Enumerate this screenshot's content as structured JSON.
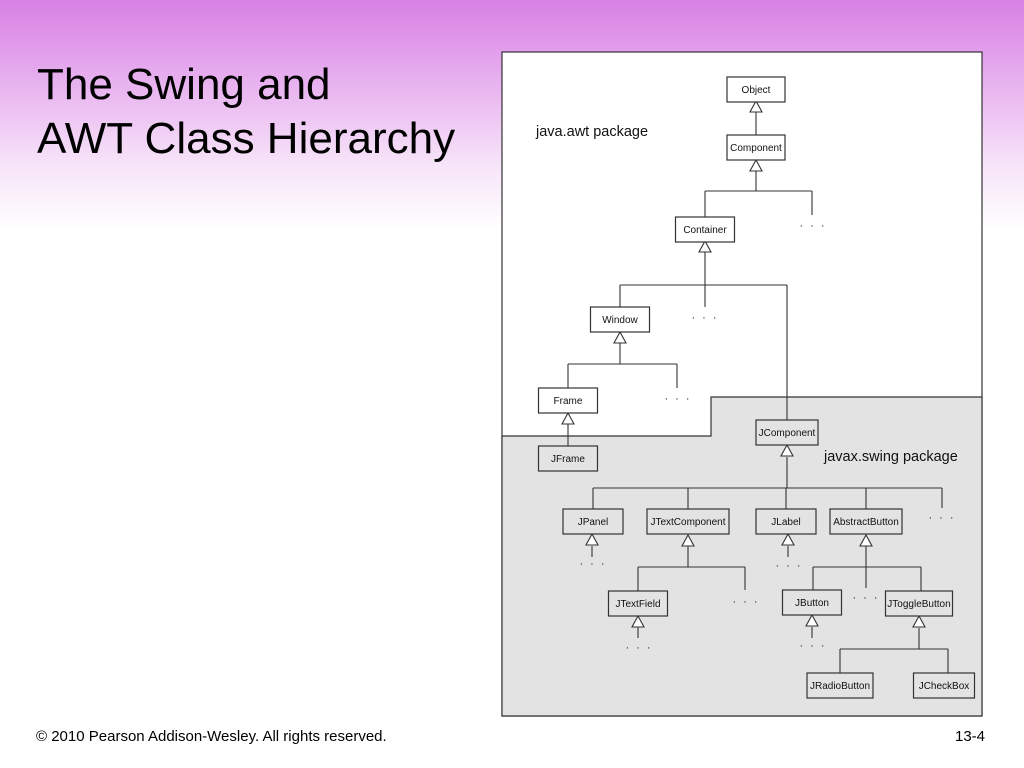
{
  "slide": {
    "title_line1": "The Swing and",
    "title_line2": "AWT Class Hierarchy",
    "footer_copyright": "© 2010 Pearson Addison-Wesley. All rights reserved.",
    "page_number": "13-4"
  },
  "diagram": {
    "packages": {
      "awt": "java.awt package",
      "swing": "javax.swing package"
    },
    "ellipsis": "· · ·",
    "colors": {
      "swing_region": "#e3e3e3",
      "awt_region": "#ffffff",
      "border": "#333333"
    },
    "nodes": {
      "object": "Object",
      "component": "Component",
      "container": "Container",
      "window": "Window",
      "frame": "Frame",
      "jframe": "JFrame",
      "jcomponent": "JComponent",
      "jpanel": "JPanel",
      "jtextcomponent": "JTextComponent",
      "jlabel": "JLabel",
      "abstractbutton": "AbstractButton",
      "jtextfield": "JTextField",
      "jbutton": "JButton",
      "jtogglebutton": "JToggleButton",
      "jradiobutton": "JRadioButton",
      "jcheckbox": "JCheckBox"
    },
    "edges": [
      [
        "component",
        "object"
      ],
      [
        "container",
        "component"
      ],
      [
        "window",
        "container"
      ],
      [
        "frame",
        "window"
      ],
      [
        "jframe",
        "frame"
      ],
      [
        "jcomponent",
        "container"
      ],
      [
        "jpanel",
        "jcomponent"
      ],
      [
        "jtextcomponent",
        "jcomponent"
      ],
      [
        "jlabel",
        "jcomponent"
      ],
      [
        "abstractbutton",
        "jcomponent"
      ],
      [
        "jtextfield",
        "jtextcomponent"
      ],
      [
        "jbutton",
        "abstractbutton"
      ],
      [
        "jtogglebutton",
        "abstractbutton"
      ],
      [
        "jradiobutton",
        "jtogglebutton"
      ],
      [
        "jcheckbox",
        "jtogglebutton"
      ]
    ]
  }
}
